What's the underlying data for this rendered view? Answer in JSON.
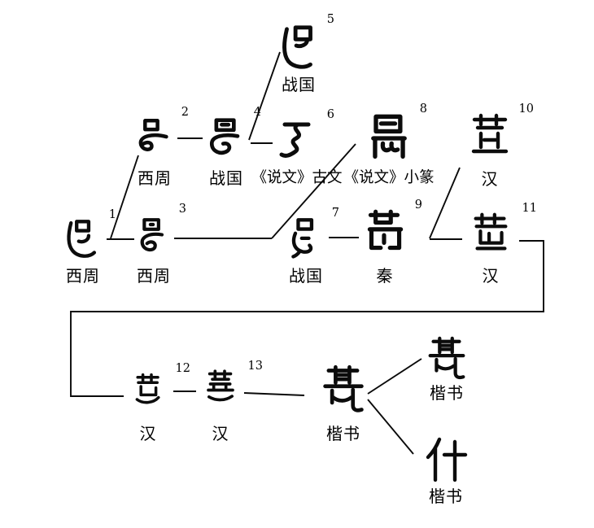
{
  "page": {
    "background": "#ffffff",
    "ink": "#000000",
    "description_character": "甚"
  },
  "forms": [
    {
      "index": "1",
      "period": "西周",
      "glyph": "bronze-form"
    },
    {
      "index": "2",
      "period": "西周",
      "glyph": "bronze-form"
    },
    {
      "index": "3",
      "period": "西周",
      "glyph": "bronze-form"
    },
    {
      "index": "4",
      "period": "战国",
      "glyph": "warring-states-form"
    },
    {
      "index": "5",
      "period": "战国",
      "glyph": "warring-states-form"
    },
    {
      "index": "6",
      "period": "《说文》古文",
      "glyph": "shuowen-guwen-form"
    },
    {
      "index": "7",
      "period": "战国",
      "glyph": "warring-states-form"
    },
    {
      "index": "8",
      "period": "《说文》小篆",
      "glyph": "shuowen-seal-form"
    },
    {
      "index": "9",
      "period": "秦",
      "glyph": "qin-form"
    },
    {
      "index": "10",
      "period": "汉",
      "glyph": "han-clerical-form"
    },
    {
      "index": "11",
      "period": "汉",
      "glyph": "han-clerical-form"
    },
    {
      "index": "12",
      "period": "汉",
      "glyph": "han-cursive-form"
    },
    {
      "index": "13",
      "period": "汉",
      "glyph": "han-cursive-form"
    },
    {
      "index": "",
      "period": "楷书",
      "glyph": "kaishu-shen-main",
      "char": "甚"
    },
    {
      "index": "",
      "period": "楷书",
      "glyph": "kaishu-shen-variant",
      "char": "甚"
    },
    {
      "index": "",
      "period": "楷书",
      "glyph": "kaishu-shi",
      "char": "什"
    }
  ],
  "connections": [
    {
      "from": "1",
      "to": "2"
    },
    {
      "from": "1",
      "to": "3"
    },
    {
      "from": "2",
      "to": "4"
    },
    {
      "from": "4",
      "to": "5"
    },
    {
      "from": "4",
      "to": "6"
    },
    {
      "from": "3",
      "to": "7"
    },
    {
      "from": "7",
      "to": "8"
    },
    {
      "from": "7",
      "to": "9"
    },
    {
      "from": "9",
      "to": "10"
    },
    {
      "from": "9",
      "to": "11"
    },
    {
      "from": "11",
      "to": "12"
    },
    {
      "from": "12",
      "to": "13"
    },
    {
      "from": "13",
      "to": "kaishu-shen-main"
    },
    {
      "from": "kaishu-shen-main",
      "to": "kaishu-shen-variant"
    },
    {
      "from": "kaishu-shen-main",
      "to": "kaishu-shi"
    }
  ]
}
